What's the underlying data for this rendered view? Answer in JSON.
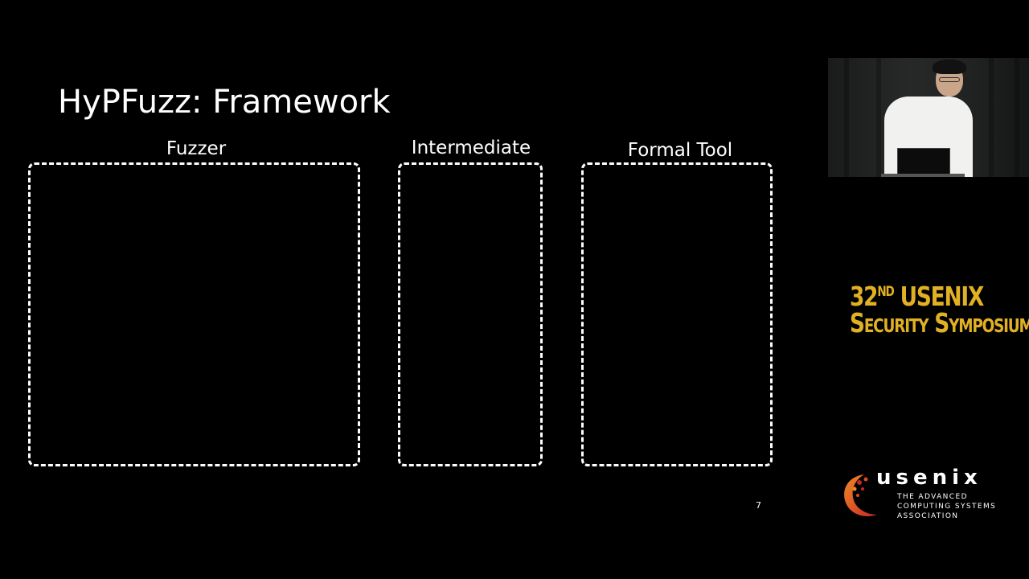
{
  "slide": {
    "title": "HyPFuzz: Framework",
    "boxes": [
      {
        "label": "Fuzzer"
      },
      {
        "label": "Intermediate"
      },
      {
        "label": "Formal Tool"
      }
    ],
    "page_number": "7"
  },
  "branding": {
    "symposium": {
      "number": "32",
      "ordinal": "ND",
      "line1_rest": "USENIX",
      "line2": "Security Symposium"
    },
    "usenix": {
      "wordmark": "usenix",
      "tagline": [
        "THE ADVANCED",
        "COMPUTING SYSTEMS",
        "ASSOCIATION"
      ]
    },
    "colors": {
      "background": "#000000",
      "text": "#ffffff",
      "symposium_gold": "#e2b023",
      "logo_red": "#c62828",
      "logo_orange": "#f08a24"
    }
  },
  "video_inset": {
    "icon": "speaker-video"
  }
}
